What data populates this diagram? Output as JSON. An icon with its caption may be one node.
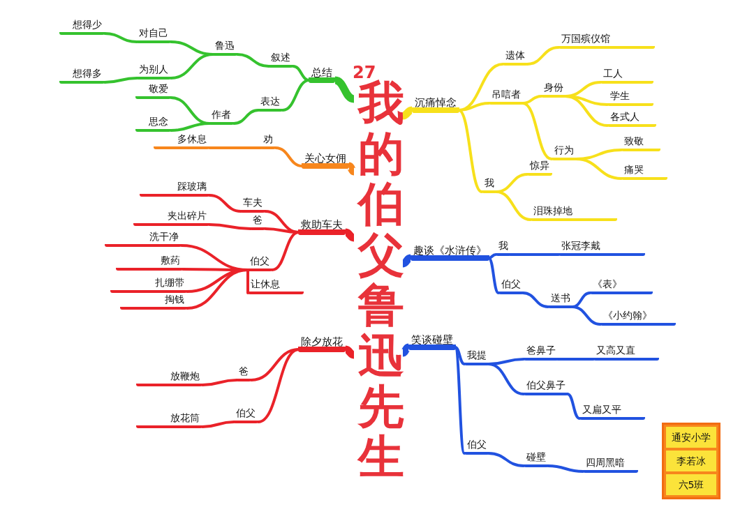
{
  "diagram": {
    "nodes": [
      {
        "text": [
          "27",
          "我的伯父鲁迅先生"
        ]
      },
      {
        "text": [
          "总结"
        ]
      },
      {
        "text": [
          "叙述"
        ]
      },
      {
        "text": [
          "鲁迅"
        ]
      },
      {
        "text": [
          "对自己"
        ]
      },
      {
        "text": [
          "想得少"
        ]
      },
      {
        "text": [
          "为别人"
        ]
      },
      {
        "text": [
          "想得多"
        ]
      },
      {
        "text": [
          "表达"
        ]
      },
      {
        "text": [
          "作者"
        ]
      },
      {
        "text": [
          "敬爱"
        ]
      },
      {
        "text": [
          "思念"
        ]
      },
      {
        "text": [
          "关心女佣"
        ]
      },
      {
        "text": [
          "劝"
        ]
      },
      {
        "text": [
          "多休息"
        ]
      },
      {
        "text": [
          "救助车夫"
        ]
      },
      {
        "text": [
          "车夫"
        ]
      },
      {
        "text": [
          "踩玻璃"
        ]
      },
      {
        "text": [
          "爸"
        ]
      },
      {
        "text": [
          "夹出碎片"
        ]
      },
      {
        "text": [
          "伯父"
        ]
      },
      {
        "text": [
          "洗干净"
        ]
      },
      {
        "text": [
          "敷药"
        ]
      },
      {
        "text": [
          "扎绷带"
        ]
      },
      {
        "text": [
          "掏钱"
        ]
      },
      {
        "text": [
          "让休息"
        ]
      },
      {
        "text": [
          "除夕放花"
        ]
      },
      {
        "text": [
          "爸"
        ]
      },
      {
        "text": [
          "放鞭炮"
        ]
      },
      {
        "text": [
          "伯父"
        ]
      },
      {
        "text": [
          "放花筒"
        ]
      },
      {
        "text": [
          "沉痛悼念"
        ]
      },
      {
        "text": [
          "遗体"
        ]
      },
      {
        "text": [
          "万国殡仪馆"
        ]
      },
      {
        "text": [
          "吊唁者"
        ]
      },
      {
        "text": [
          "身份"
        ]
      },
      {
        "text": [
          "工人"
        ]
      },
      {
        "text": [
          "学生"
        ]
      },
      {
        "text": [
          "各式人"
        ]
      },
      {
        "text": [
          "行为"
        ]
      },
      {
        "text": [
          "致敬"
        ]
      },
      {
        "text": [
          "痛哭"
        ]
      },
      {
        "text": [
          "我"
        ]
      },
      {
        "text": [
          "惊异"
        ]
      },
      {
        "text": [
          "泪珠掉地"
        ]
      },
      {
        "text": [
          "趣谈《水浒传》"
        ]
      },
      {
        "text": [
          "我"
        ]
      },
      {
        "text": [
          "张冠李戴"
        ]
      },
      {
        "text": [
          "伯父"
        ]
      },
      {
        "text": [
          "送书"
        ]
      },
      {
        "text": [
          "《表》"
        ]
      },
      {
        "text": [
          "《小约翰》"
        ]
      },
      {
        "text": [
          "笑谈碰壁"
        ]
      },
      {
        "text": [
          "我提"
        ]
      },
      {
        "text": [
          "爸鼻子"
        ]
      },
      {
        "text": [
          "又高又直"
        ]
      },
      {
        "text": [
          "伯父鼻子"
        ]
      },
      {
        "text": [
          "又扁又平"
        ]
      },
      {
        "text": [
          "伯父"
        ]
      },
      {
        "text": [
          "碰壁"
        ]
      },
      {
        "text": [
          "四周黑暗"
        ]
      },
      {
        "text": [
          "通安小学",
          "李若冰",
          "六5班"
        ]
      }
    ],
    "edges": [
      {
        "from": 0,
        "to": 1,
        "arrow": "none",
        "style": "thick",
        "color": "#35c22e"
      },
      {
        "from": 1,
        "to": 2,
        "arrow": "none",
        "color": "#35c22e"
      },
      {
        "from": 2,
        "to": 3,
        "arrow": "none",
        "color": "#35c22e"
      },
      {
        "from": 3,
        "to": 4,
        "arrow": "none",
        "color": "#35c22e"
      },
      {
        "from": 4,
        "to": 5,
        "arrow": "none",
        "color": "#35c22e"
      },
      {
        "from": 3,
        "to": 6,
        "arrow": "none",
        "color": "#35c22e"
      },
      {
        "from": 6,
        "to": 7,
        "arrow": "none",
        "color": "#35c22e"
      },
      {
        "from": 1,
        "to": 8,
        "arrow": "none",
        "color": "#35c22e"
      },
      {
        "from": 8,
        "to": 9,
        "arrow": "none",
        "color": "#35c22e"
      },
      {
        "from": 9,
        "to": 10,
        "arrow": "none",
        "color": "#35c22e"
      },
      {
        "from": 9,
        "to": 11,
        "arrow": "none",
        "color": "#35c22e"
      },
      {
        "from": 0,
        "to": 12,
        "arrow": "none",
        "style": "thick",
        "color": "#f7861c"
      },
      {
        "from": 12,
        "to": 13,
        "arrow": "none",
        "color": "#f7861c"
      },
      {
        "from": 13,
        "to": 14,
        "arrow": "none",
        "color": "#f7861c"
      },
      {
        "from": 0,
        "to": 15,
        "arrow": "none",
        "style": "thick",
        "color": "#ea2229"
      },
      {
        "from": 15,
        "to": 16,
        "arrow": "none",
        "color": "#ea2229"
      },
      {
        "from": 16,
        "to": 17,
        "arrow": "none",
        "color": "#ea2229"
      },
      {
        "from": 15,
        "to": 18,
        "arrow": "none",
        "color": "#ea2229"
      },
      {
        "from": 18,
        "to": 19,
        "arrow": "none",
        "color": "#ea2229"
      },
      {
        "from": 15,
        "to": 20,
        "arrow": "none",
        "color": "#ea2229"
      },
      {
        "from": 20,
        "to": 21,
        "arrow": "none",
        "color": "#ea2229"
      },
      {
        "from": 20,
        "to": 22,
        "arrow": "none",
        "color": "#ea2229"
      },
      {
        "from": 20,
        "to": 23,
        "arrow": "none",
        "color": "#ea2229"
      },
      {
        "from": 20,
        "to": 24,
        "arrow": "none",
        "color": "#ea2229"
      },
      {
        "from": 20,
        "to": 25,
        "arrow": "none",
        "color": "#ea2229"
      },
      {
        "from": 0,
        "to": 26,
        "arrow": "none",
        "style": "thick",
        "color": "#ea2229"
      },
      {
        "from": 26,
        "to": 27,
        "arrow": "none",
        "color": "#ea2229"
      },
      {
        "from": 27,
        "to": 28,
        "arrow": "none",
        "color": "#ea2229"
      },
      {
        "from": 26,
        "to": 29,
        "arrow": "none",
        "color": "#ea2229"
      },
      {
        "from": 29,
        "to": 30,
        "arrow": "none",
        "color": "#ea2229"
      },
      {
        "from": 0,
        "to": 31,
        "arrow": "none",
        "style": "thick",
        "color": "#f7e01b"
      },
      {
        "from": 31,
        "to": 32,
        "arrow": "none",
        "color": "#f7e01b"
      },
      {
        "from": 32,
        "to": 33,
        "arrow": "none",
        "color": "#f7e01b"
      },
      {
        "from": 31,
        "to": 34,
        "arrow": "none",
        "color": "#f7e01b"
      },
      {
        "from": 34,
        "to": 35,
        "arrow": "none",
        "color": "#f7e01b"
      },
      {
        "from": 35,
        "to": 36,
        "arrow": "none",
        "color": "#f7e01b"
      },
      {
        "from": 35,
        "to": 37,
        "arrow": "none",
        "color": "#f7e01b"
      },
      {
        "from": 35,
        "to": 38,
        "arrow": "none",
        "color": "#f7e01b"
      },
      {
        "from": 34,
        "to": 39,
        "arrow": "none",
        "color": "#f7e01b"
      },
      {
        "from": 39,
        "to": 40,
        "arrow": "none",
        "color": "#f7e01b"
      },
      {
        "from": 39,
        "to": 41,
        "arrow": "none",
        "color": "#f7e01b"
      },
      {
        "from": 31,
        "to": 42,
        "arrow": "none",
        "color": "#f7e01b"
      },
      {
        "from": 42,
        "to": 43,
        "arrow": "none",
        "color": "#f7e01b"
      },
      {
        "from": 42,
        "to": 44,
        "arrow": "none",
        "color": "#f7e01b"
      },
      {
        "from": 0,
        "to": 45,
        "arrow": "none",
        "style": "thick",
        "color": "#2152e0"
      },
      {
        "from": 45,
        "to": 46,
        "arrow": "none",
        "color": "#2152e0"
      },
      {
        "from": 46,
        "to": 47,
        "arrow": "none",
        "color": "#2152e0"
      },
      {
        "from": 45,
        "to": 48,
        "arrow": "none",
        "color": "#2152e0"
      },
      {
        "from": 48,
        "to": 49,
        "arrow": "none",
        "color": "#2152e0"
      },
      {
        "from": 49,
        "to": 50,
        "arrow": "none",
        "color": "#2152e0"
      },
      {
        "from": 49,
        "to": 51,
        "arrow": "none",
        "color": "#2152e0"
      },
      {
        "from": 0,
        "to": 52,
        "arrow": "none",
        "style": "thick",
        "color": "#2152e0"
      },
      {
        "from": 52,
        "to": 53,
        "arrow": "none",
        "color": "#2152e0"
      },
      {
        "from": 53,
        "to": 54,
        "arrow": "none",
        "color": "#2152e0"
      },
      {
        "from": 54,
        "to": 55,
        "arrow": "none",
        "color": "#2152e0"
      },
      {
        "from": 53,
        "to": 56,
        "arrow": "none",
        "color": "#2152e0"
      },
      {
        "from": 56,
        "to": 57,
        "arrow": "none",
        "color": "#2152e0"
      },
      {
        "from": 52,
        "to": 58,
        "arrow": "none",
        "color": "#2152e0"
      },
      {
        "from": 58,
        "to": 59,
        "arrow": "none",
        "color": "#2152e0"
      },
      {
        "from": 59,
        "to": 60,
        "arrow": "none",
        "color": "#2152e0"
      }
    ]
  }
}
